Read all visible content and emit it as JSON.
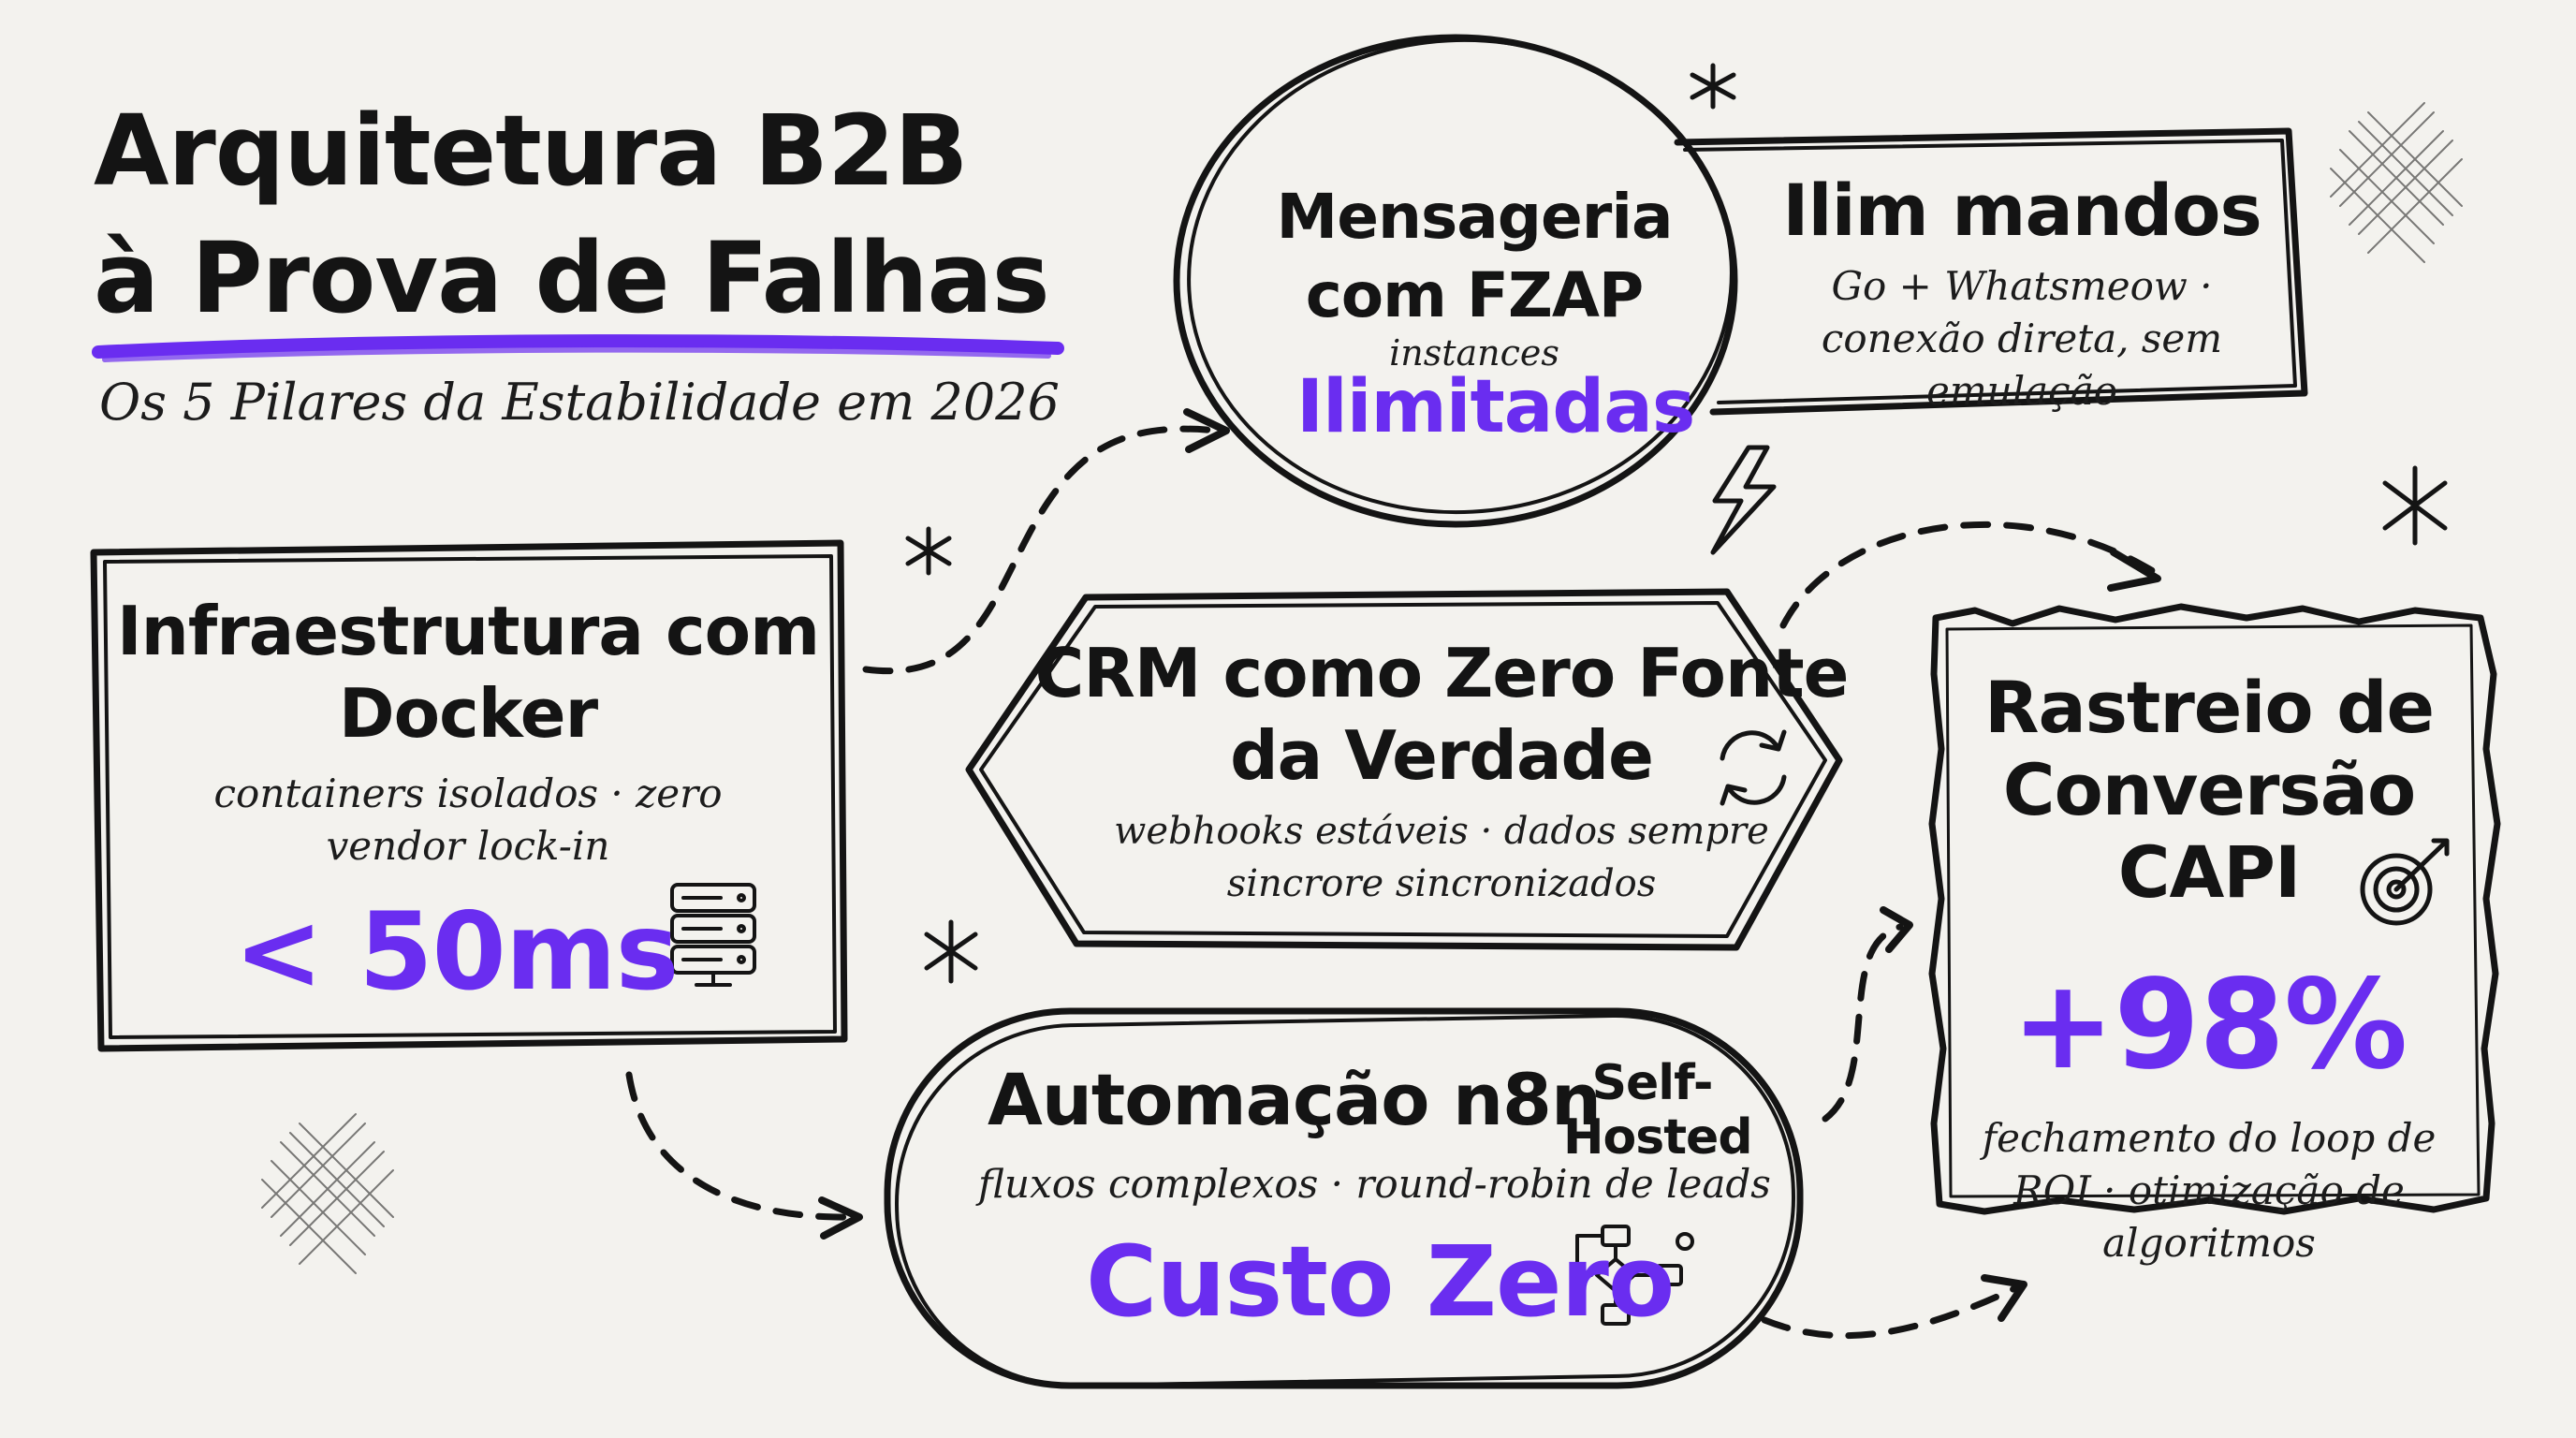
{
  "title": {
    "line1": "Arquitetura B2B",
    "line2": "à Prova de Falhas",
    "subtitle": "Os 5 Pilares da Estabilidade em 2026"
  },
  "nodes": {
    "docker": {
      "title": "Infraestrutura com Docker",
      "description": "containers isolados · zero vendor lock-in",
      "metric": "< 50ms",
      "icon": "server-stack-icon"
    },
    "messaging": {
      "title": "Mensageria com FZAP",
      "small": "instances",
      "metric": "Ilimitadas"
    },
    "limits": {
      "title": "Ilim mandos",
      "description": "Go + Whatsmeow · conexão direta, sem emulação"
    },
    "crm": {
      "title": "CRM como Zero Fonte da Verdade",
      "description": "webhooks estáveis · dados sempre sincrore sincronizados",
      "icon": "sync-icon"
    },
    "automation": {
      "title": "Automação n8n",
      "tag": "Self-Hosted",
      "description": "fluxos complexos · round-robin de leads",
      "metric": "Custo Zero",
      "icon": "workflow-icon"
    },
    "tracking": {
      "title": "Rastreio de Conversão CAPI",
      "metric": "+98%",
      "description": "fechamento do loop de ROI · otimização de algoritmos",
      "icon": "target-icon"
    }
  },
  "colors": {
    "accent": "#6a2df0",
    "ink": "#141414",
    "background": "#f3f2ee"
  }
}
